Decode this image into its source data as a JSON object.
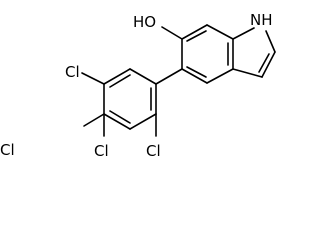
{
  "diagram": {
    "kind": "chemical-structure",
    "atom_labels": {
      "hydroxyl": "HO",
      "indole_nh": "NH",
      "chloro_top": "Cl",
      "chloro_left": "Cl",
      "chloro_bottom_left": "Cl",
      "chloro_bottom_right": "Cl"
    }
  },
  "colors": {
    "bond": "#000000",
    "label": "#000000",
    "background": "#ffffff"
  }
}
